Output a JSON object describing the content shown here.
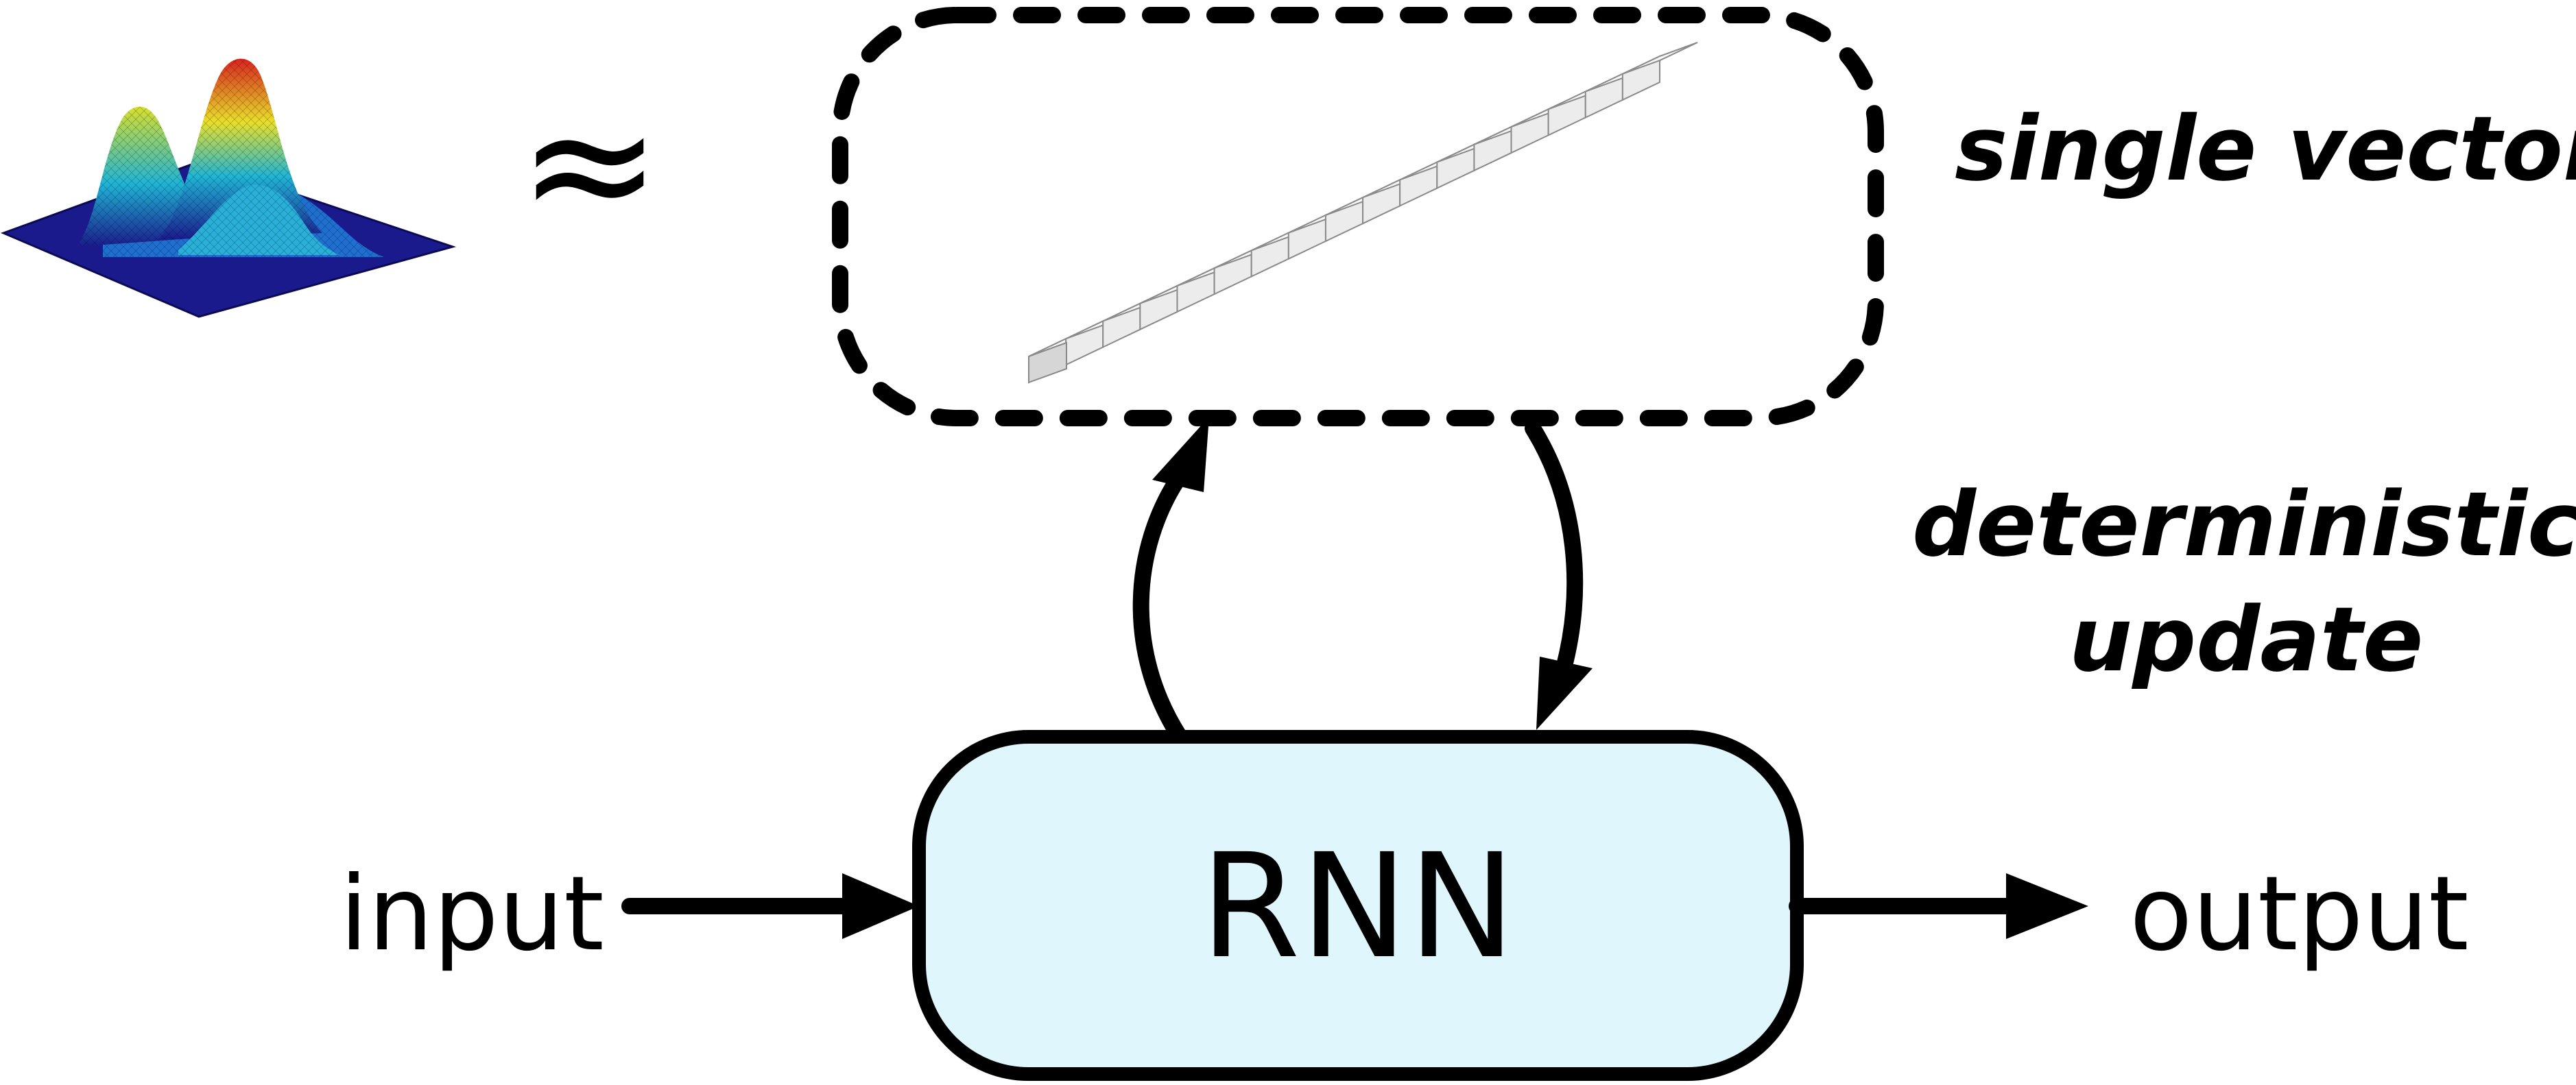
{
  "colors": {
    "rnn_fill": "#dff7fc",
    "stroke": "#000000",
    "vector_cell_fill": "#ececec",
    "vector_cell_stroke": "#8a8a8a",
    "surface_low": "#1a1a8c",
    "surface_mid": "#1fb5d6",
    "surface_high": "#e8e02a",
    "surface_peak": "#d8231f"
  },
  "icons": {
    "distribution": "gaussian-mixture-surface-icon",
    "approx": "approximately-equal-symbol",
    "vector": "single-vector-cells-icon"
  },
  "labels": {
    "rnn": "RNN",
    "input": "input",
    "output": "output",
    "single_vector": "single vector",
    "update_line1": "deterministic",
    "update_line2": "update",
    "approx_symbol": "≈"
  }
}
